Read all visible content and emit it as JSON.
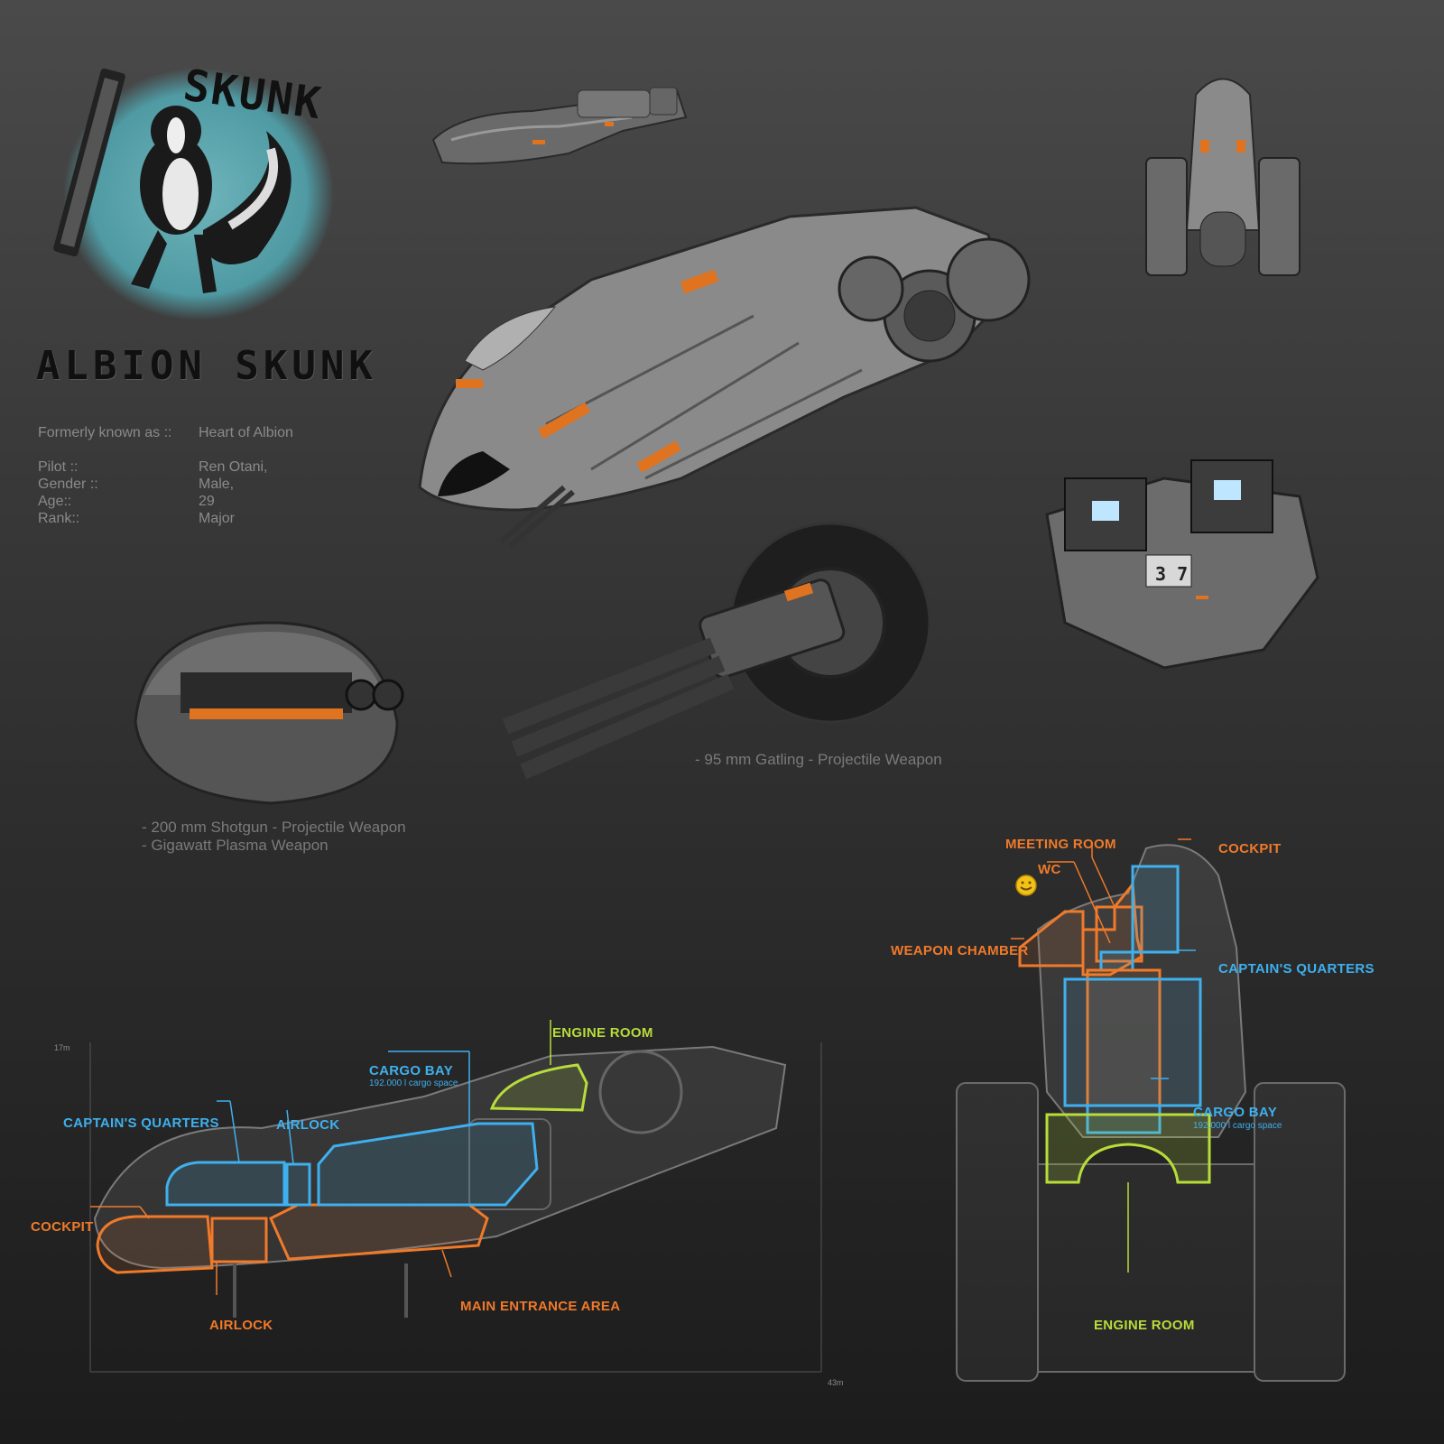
{
  "logo": {
    "text": "SKUNK"
  },
  "title": "ALBION SKUNK",
  "info": {
    "formerly_label": "Formerly known as ::",
    "formerly_value": "Heart of Albion",
    "pilot_label": "Pilot ::",
    "pilot_value": "Ren Otani,",
    "gender_label": "Gender ::",
    "gender_value": "Male,",
    "age_label": "Age::",
    "age_value": "29",
    "rank_label": "Rank::",
    "rank_value": "Major"
  },
  "captions": {
    "shotgun": "- 200 mm Shotgun - Projectile Weapon",
    "plasma": "- Gigawatt Plasma Weapon",
    "gatling": "- 95 mm Gatling - Projectile Weapon"
  },
  "ship_marking": "3 7",
  "side_view": {
    "engine_room": "ENGINE ROOM",
    "cargo_bay": "CARGO BAY",
    "cargo_space": "192.000 l cargo space",
    "captains_quarters": "CAPTAIN'S QUARTERS",
    "airlock_top": "AIRLOCK",
    "cockpit": "COCKPIT",
    "airlock_bottom": "AIRLOCK",
    "main_entrance": "MAIN ENTRANCE AREA",
    "dim_height": "17m",
    "dim_length": "43m"
  },
  "top_view": {
    "meeting_room": "MEETING ROOM",
    "cockpit": "COCKPIT",
    "wc": "WC",
    "weapon_chamber": "WEAPON CHAMBER",
    "captains_quarters": "CAPTAIN'S QUARTERS",
    "cargo_bay": "CARGO BAY",
    "cargo_space": "192.000 l cargo space",
    "engine_room": "ENGINE ROOM"
  },
  "colors": {
    "orange": "#f07a2a",
    "blue": "#3fb0ee",
    "green": "#b8dc3a",
    "teal": "#5a9ea6"
  }
}
